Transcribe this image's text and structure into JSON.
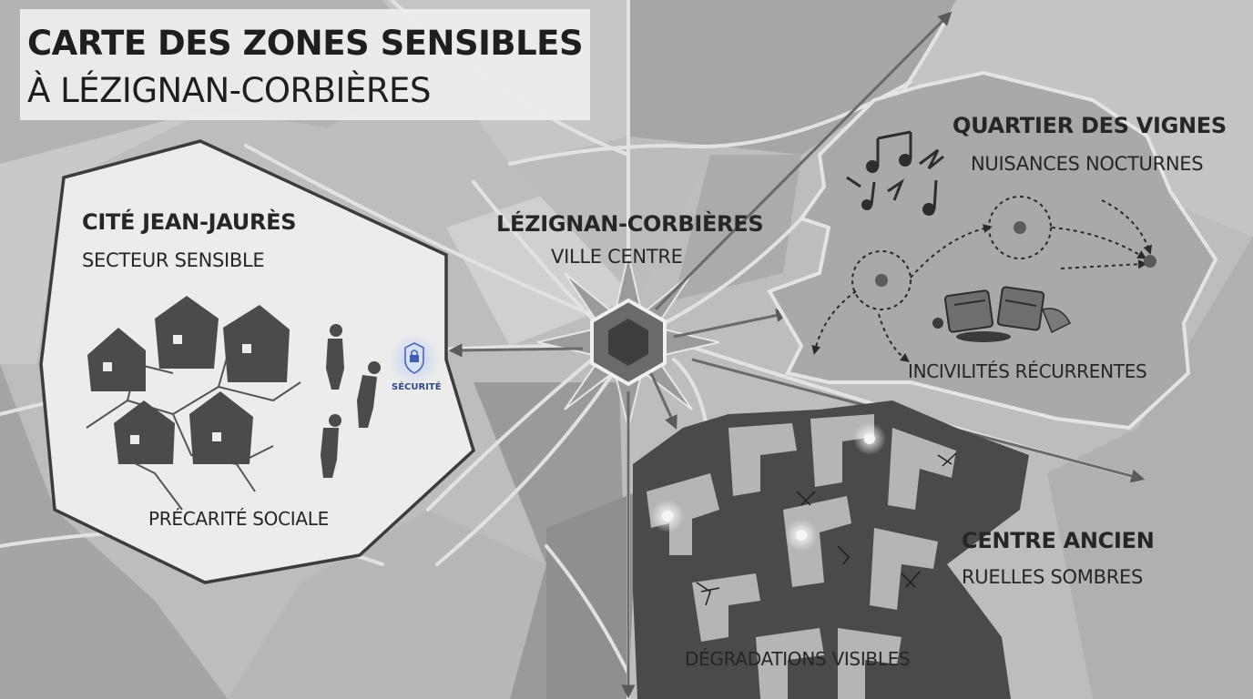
{
  "title": {
    "line1": "CARTE DES ZONES SENSIBLES",
    "line2": "À LÉZIGNAN-CORBIÈRES"
  },
  "center": {
    "name": "LÉZIGNAN-CORBIÈRES",
    "subtitle": "VILLE CENTRE"
  },
  "zones": {
    "cite": {
      "name": "CITÉ JEAN-JAURÈS",
      "subtitle": "SECTEUR SENSIBLE",
      "note": "PRÉCARITÉ SOCIALE"
    },
    "vignes": {
      "name": "QUARTIER DES VIGNES",
      "subtitle": "NUISANCES NOCTURNES",
      "note": "INCIVILITÉS RÉCURRENTES"
    },
    "ancien": {
      "name": "CENTRE ANCIEN",
      "subtitle": "RUELLES SOMBRES",
      "note": "DÉGRADATIONS VISIBLES"
    }
  },
  "security": {
    "label": "SÉCURITÉ",
    "icon": "padlock-shield-icon"
  },
  "icons": [
    "music-notes-icon",
    "broken-house-icon",
    "slumped-person-icon",
    "broken-bench-icon",
    "streetlight-icon",
    "padlock-shield-icon"
  ],
  "colors": {
    "background": "#bdbdbd",
    "panel_light": "#ececec",
    "panel_mid": "#a9a9a9",
    "maze_dark": "#4a4a4a",
    "text": "#262626",
    "security_accent": "#5b78c8"
  }
}
